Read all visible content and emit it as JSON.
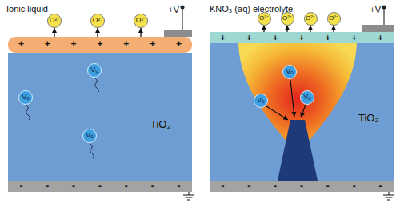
{
  "diagram": {
    "nodes": [
      {
        "text": [
          "O²⁻"
        ]
      },
      {
        "text": [
          "O²⁻"
        ]
      },
      {
        "text": [
          "O²⁻"
        ]
      },
      {
        "text": [
          "+",
          "+",
          "+",
          "+",
          "+",
          "+",
          "+"
        ]
      },
      {
        "text": [
          "TiO₂"
        ]
      },
      {
        "text": [
          "Vₒ"
        ],
        "in": 4
      },
      {
        "text": [
          "Vₒ"
        ],
        "in": 4
      },
      {
        "text": [
          "Vₒ"
        ],
        "in": 4
      },
      {
        "text": [
          "-",
          "-",
          "-",
          "-",
          "-",
          "-",
          "-"
        ]
      },
      {
        "text": [
          "O²⁻"
        ]
      },
      {
        "text": [
          "O²⁻"
        ]
      },
      {
        "text": [
          "O²⁻"
        ]
      },
      {
        "text": [
          "O²⁻"
        ]
      },
      {
        "text": [
          "+",
          "+",
          "+",
          "+",
          "+",
          "+",
          "+"
        ]
      },
      {
        "text": [
          "TiO₂"
        ]
      },
      {
        "text": [
          "Vₒ"
        ],
        "in": 14
      },
      {
        "text": [
          "Vₒ"
        ],
        "in": 14
      },
      {
        "text": [
          "Vₒ"
        ],
        "in": 14
      },
      {
        "text": [
          "-",
          "-",
          "-",
          "-",
          "-",
          "-",
          "-"
        ]
      }
    ],
    "edges": [
      {
        "from": 3,
        "to": 0,
        "arrow": "to"
      },
      {
        "from": 3,
        "to": 1,
        "arrow": "to"
      },
      {
        "from": 3,
        "to": 2,
        "arrow": "to"
      },
      {
        "from": 13,
        "to": 9,
        "arrow": "to"
      },
      {
        "from": 13,
        "to": 10,
        "arrow": "to"
      },
      {
        "from": 13,
        "to": 11,
        "arrow": "to"
      },
      {
        "from": 13,
        "to": 12,
        "arrow": "to"
      }
    ],
    "labels": [
      "Ionic liquid",
      "+V",
      "KNO₃ (aq) electrolyte",
      "+V"
    ]
  }
}
